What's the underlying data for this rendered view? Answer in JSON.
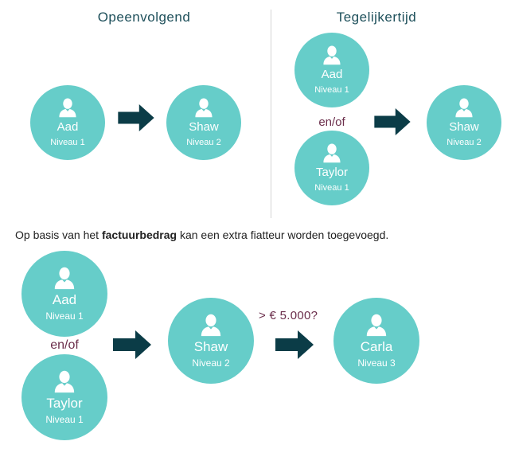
{
  "sections": {
    "sequential_title": "Opeenvolgend",
    "simultaneous_title": "Tegelijkertijd"
  },
  "nodes": {
    "aad": {
      "name": "Aad",
      "level": "Niveau 1"
    },
    "shaw": {
      "name": "Shaw",
      "level": "Niveau 2"
    },
    "taylor": {
      "name": "Taylor",
      "level": "Niveau 1"
    },
    "carla": {
      "name": "Carla",
      "level": "Niveau 3"
    }
  },
  "connectors": {
    "and_or": "en/of",
    "threshold": "> € 5.000?"
  },
  "sentence": {
    "before": "Op basis van het ",
    "bold": "factuurbedrag",
    "after": " kan een extra fiatteur worden toegevoegd."
  },
  "colors": {
    "node_fill": "#66cdc9",
    "arrow": "#0b3c47",
    "title_text": "#1d4f5a",
    "connector_text": "#6b2e4b"
  },
  "icons": {
    "person": "user-silhouette-icon",
    "arrow": "right-arrow-icon"
  }
}
